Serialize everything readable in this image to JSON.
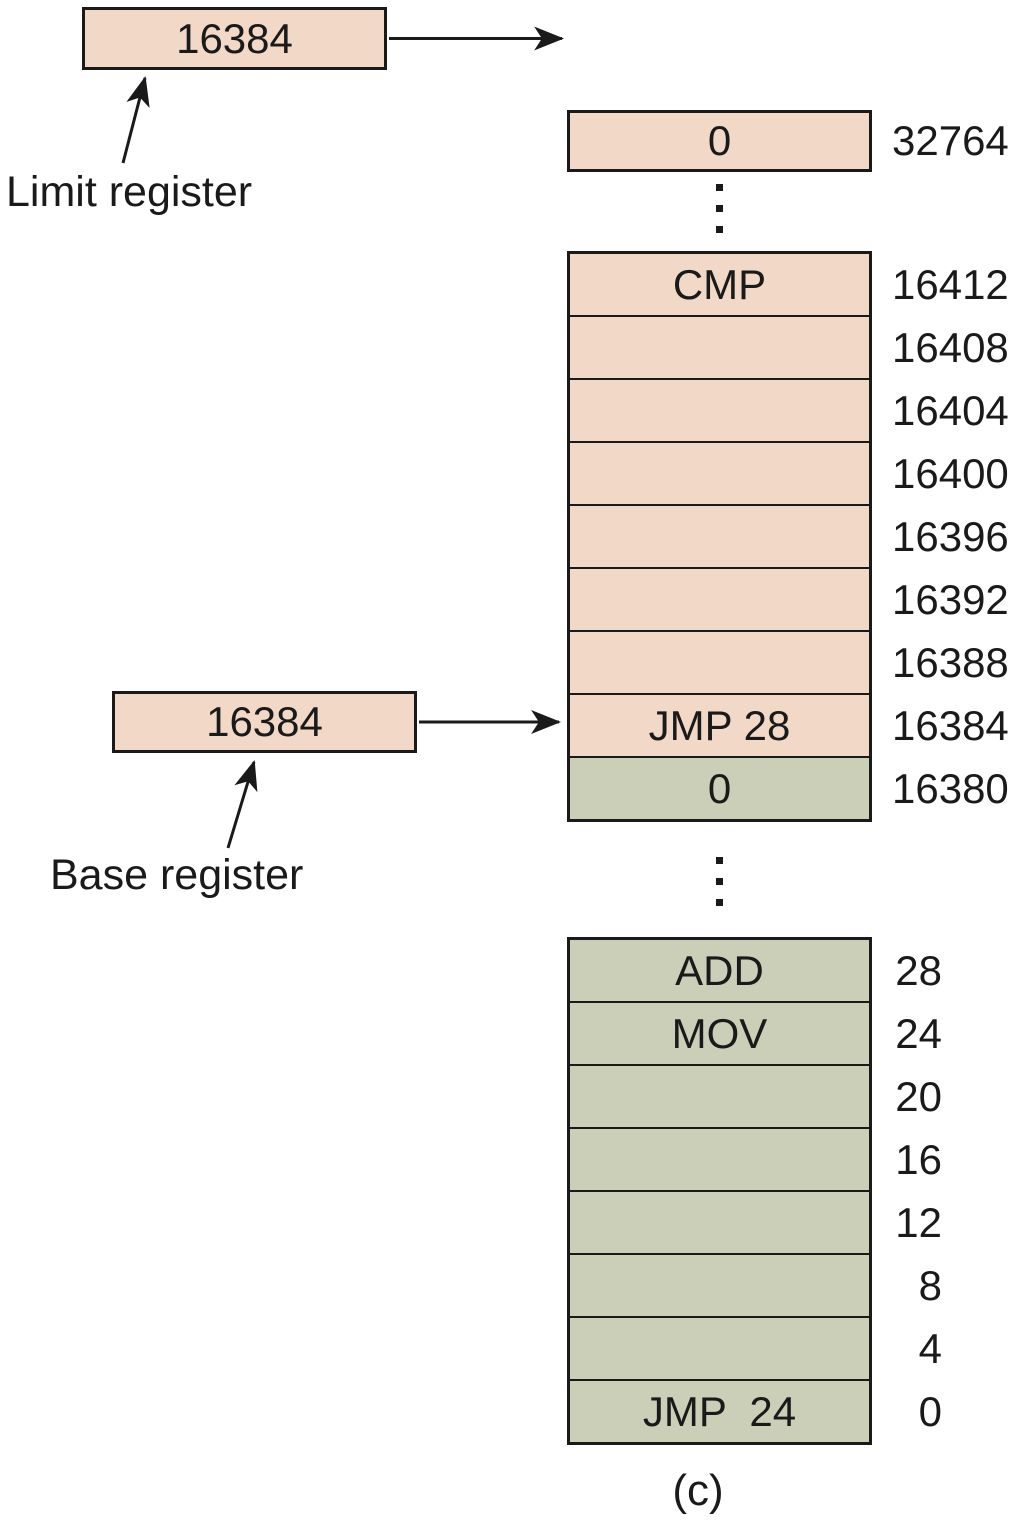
{
  "colors": {
    "pink": "#f2d8c6",
    "green": "#cbcfb8",
    "line": "#1a1a1a",
    "background": "#ffffff"
  },
  "limit_register": {
    "label": "Limit register",
    "value": "16384"
  },
  "base_register": {
    "label": "Base register",
    "value": "16384"
  },
  "memory": {
    "top_cell": {
      "value": "0",
      "address": "32764"
    },
    "upper_block": [
      {
        "value": "CMP",
        "address": "16412"
      },
      {
        "value": "",
        "address": "16408"
      },
      {
        "value": "",
        "address": "16404"
      },
      {
        "value": "",
        "address": "16400"
      },
      {
        "value": "",
        "address": "16396"
      },
      {
        "value": "",
        "address": "16392"
      },
      {
        "value": "",
        "address": "16388"
      },
      {
        "value": "JMP 28",
        "address": "16384"
      },
      {
        "value": "0",
        "address": "16380"
      }
    ],
    "lower_block": [
      {
        "value": "ADD",
        "address": "28"
      },
      {
        "value": "MOV",
        "address": "24"
      },
      {
        "value": "",
        "address": "20"
      },
      {
        "value": "",
        "address": "16"
      },
      {
        "value": "",
        "address": "12"
      },
      {
        "value": "",
        "address": "8"
      },
      {
        "value": "",
        "address": "4"
      },
      {
        "value": "JMP  24",
        "address": "0"
      }
    ]
  },
  "caption": "(c)"
}
